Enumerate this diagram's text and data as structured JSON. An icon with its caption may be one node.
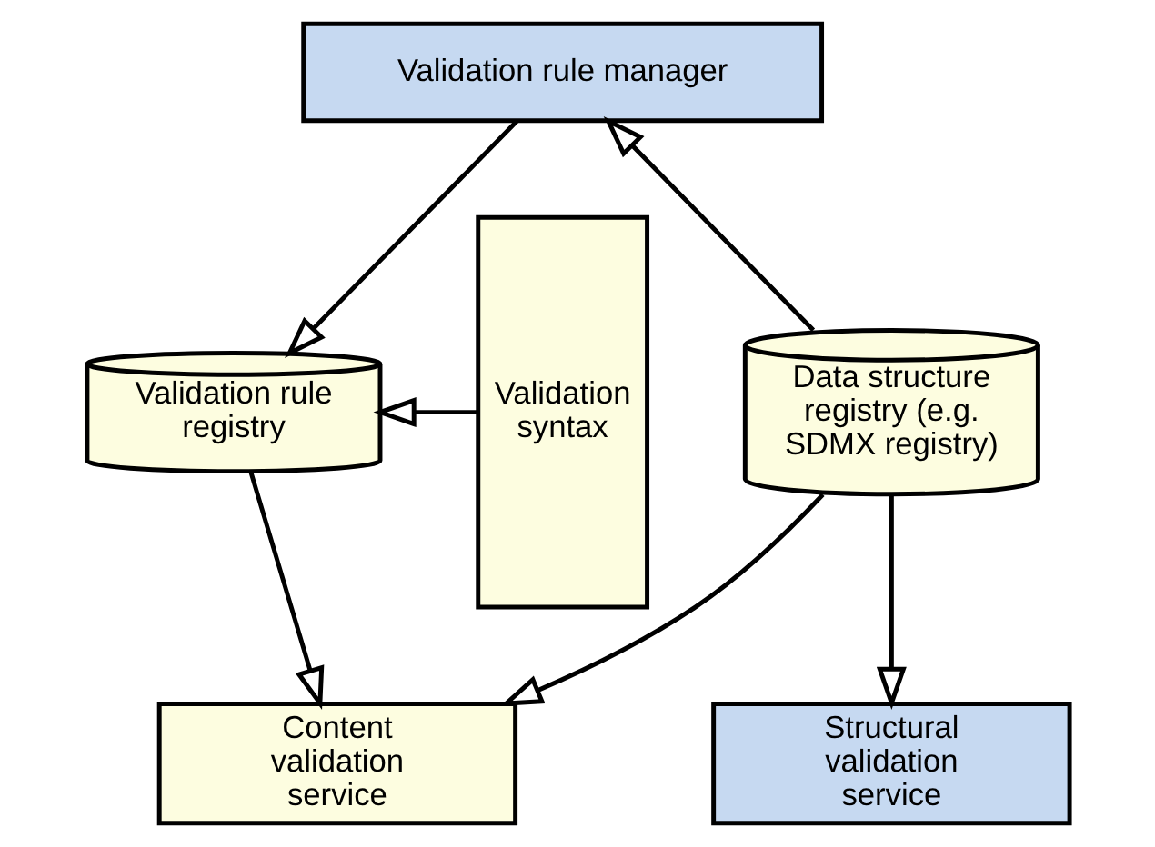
{
  "diagram": {
    "nodes": [
      {
        "text": [
          "Validation rule manager"
        ]
      },
      {
        "text": [
          "Data structure registry (e.g. SDMX registry)"
        ]
      },
      {
        "text": [
          "Validation rule registry"
        ]
      },
      {
        "text": [
          "Validation syntax"
        ]
      },
      {
        "text": [
          "Structural validation service"
        ]
      },
      {
        "text": [
          "Content validation service"
        ]
      }
    ],
    "edges": [
      {
        "from": 1,
        "to": 0,
        "arrow": "to"
      },
      {
        "from": 0,
        "to": 2,
        "arrow": "to"
      },
      {
        "from": 3,
        "to": 2,
        "arrow": "to"
      },
      {
        "from": 1,
        "to": 4,
        "arrow": "to"
      },
      {
        "from": 1,
        "to": 5,
        "arrow": "to"
      },
      {
        "from": 2,
        "to": 5,
        "arrow": "to"
      }
    ]
  }
}
